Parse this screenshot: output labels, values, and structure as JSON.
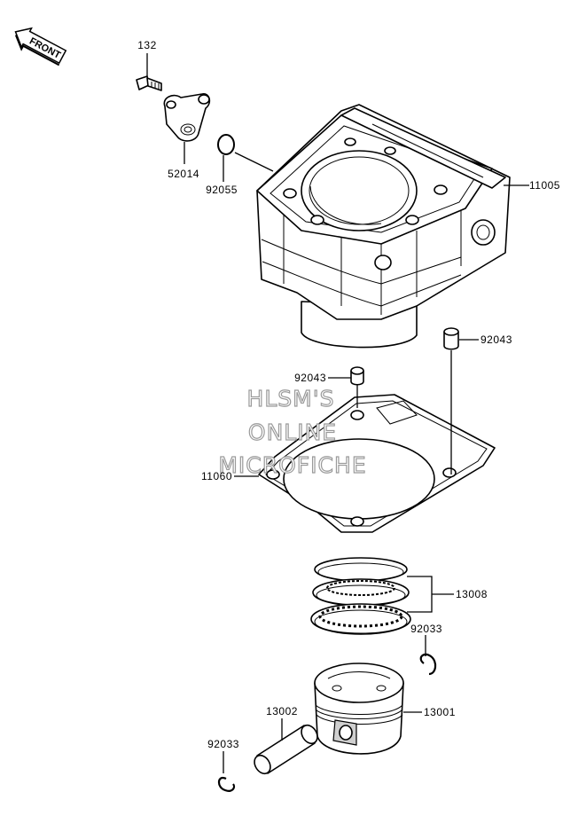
{
  "diagram": {
    "front_marker": "FRONT",
    "watermark": [
      "HLSM'S",
      "ONLINE",
      "MICROFICHE"
    ],
    "callouts": [
      {
        "id": "bolt",
        "number": "132"
      },
      {
        "id": "fitting",
        "number": "52014"
      },
      {
        "id": "oring",
        "number": "92055"
      },
      {
        "id": "cylinder",
        "number": "11005"
      },
      {
        "id": "dowel-right",
        "number": "92043"
      },
      {
        "id": "dowel-left",
        "number": "92043"
      },
      {
        "id": "gasket",
        "number": "11060"
      },
      {
        "id": "ring-set",
        "number": "13008"
      },
      {
        "id": "circlip-right",
        "number": "92033"
      },
      {
        "id": "piston-pin",
        "number": "13002"
      },
      {
        "id": "piston",
        "number": "13001"
      },
      {
        "id": "circlip-left",
        "number": "92033"
      }
    ]
  }
}
